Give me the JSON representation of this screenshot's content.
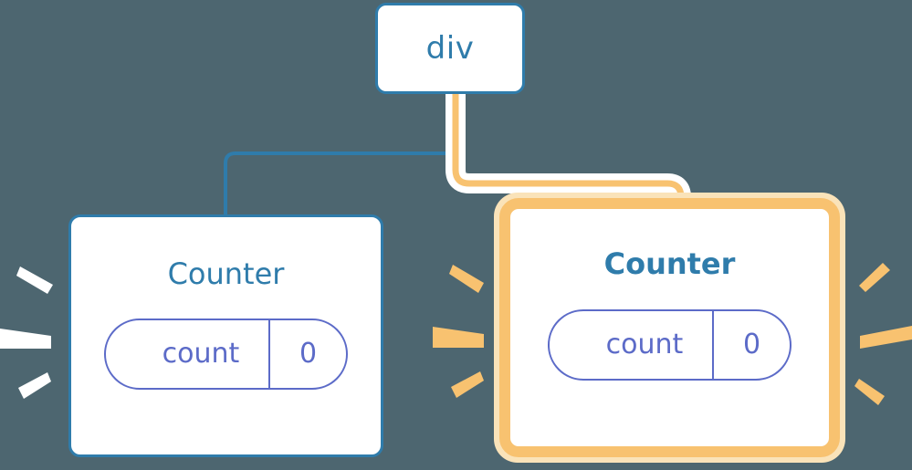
{
  "diagram": {
    "title": "component-tree-rerender",
    "background_color": "#4d6670",
    "nodes": {
      "root": {
        "label": "div",
        "border_color": "#2f7cab",
        "highlighted": false
      },
      "counter_left": {
        "label": "Counter",
        "border_color": "#2f7cab",
        "highlighted": false,
        "state": {
          "key": "count",
          "value": "0"
        }
      },
      "counter_right": {
        "label": "Counter",
        "border_color": "#f8c270",
        "highlighted": true,
        "state": {
          "key": "count",
          "value": "0"
        }
      }
    },
    "edges": [
      {
        "name": "div-to-counter-left",
        "color": "#2f7cab",
        "highlighted": false
      },
      {
        "name": "div-to-counter-right",
        "color": "#f8c270",
        "highlighted": true
      }
    ],
    "sparkles": [
      {
        "name": "sparkle-left-of-counter-left",
        "color": "#ffffff"
      },
      {
        "name": "sparkle-right-of-counter-left",
        "color": "#f8c270"
      },
      {
        "name": "sparkle-right-of-counter-right",
        "color": "#f8c270"
      }
    ],
    "colors": {
      "accent_blue": "#2f7cab",
      "accent_orange": "#f8c270",
      "accent_orange_glow": "#fae3b9",
      "pill_indigo": "#5c6bc8",
      "surface": "#ffffff"
    }
  }
}
